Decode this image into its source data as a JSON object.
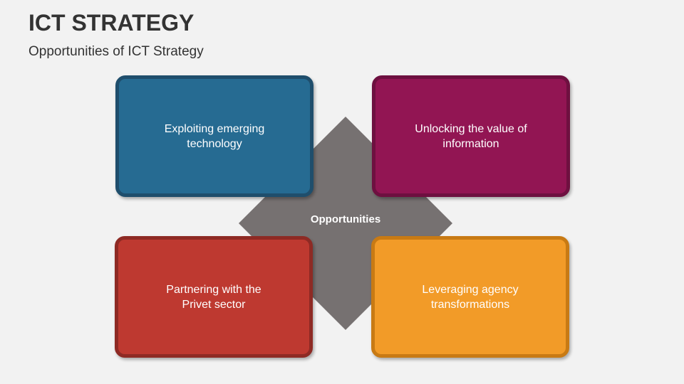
{
  "header": {
    "title": "ICT STRATEGY",
    "subtitle": "Opportunities of ICT Strategy"
  },
  "center": {
    "label": "Opportunities",
    "color": "#767171"
  },
  "boxes": [
    {
      "label": "Exploiting emerging\ntechnology",
      "color": "#266b92"
    },
    {
      "label": "Unlocking the value of\ninformation",
      "color": "#921553"
    },
    {
      "label": "Partnering  with the\nPrivet sector",
      "color": "#be3930"
    },
    {
      "label": "Leveraging agency\ntransformations",
      "color": "#f29b28"
    }
  ]
}
